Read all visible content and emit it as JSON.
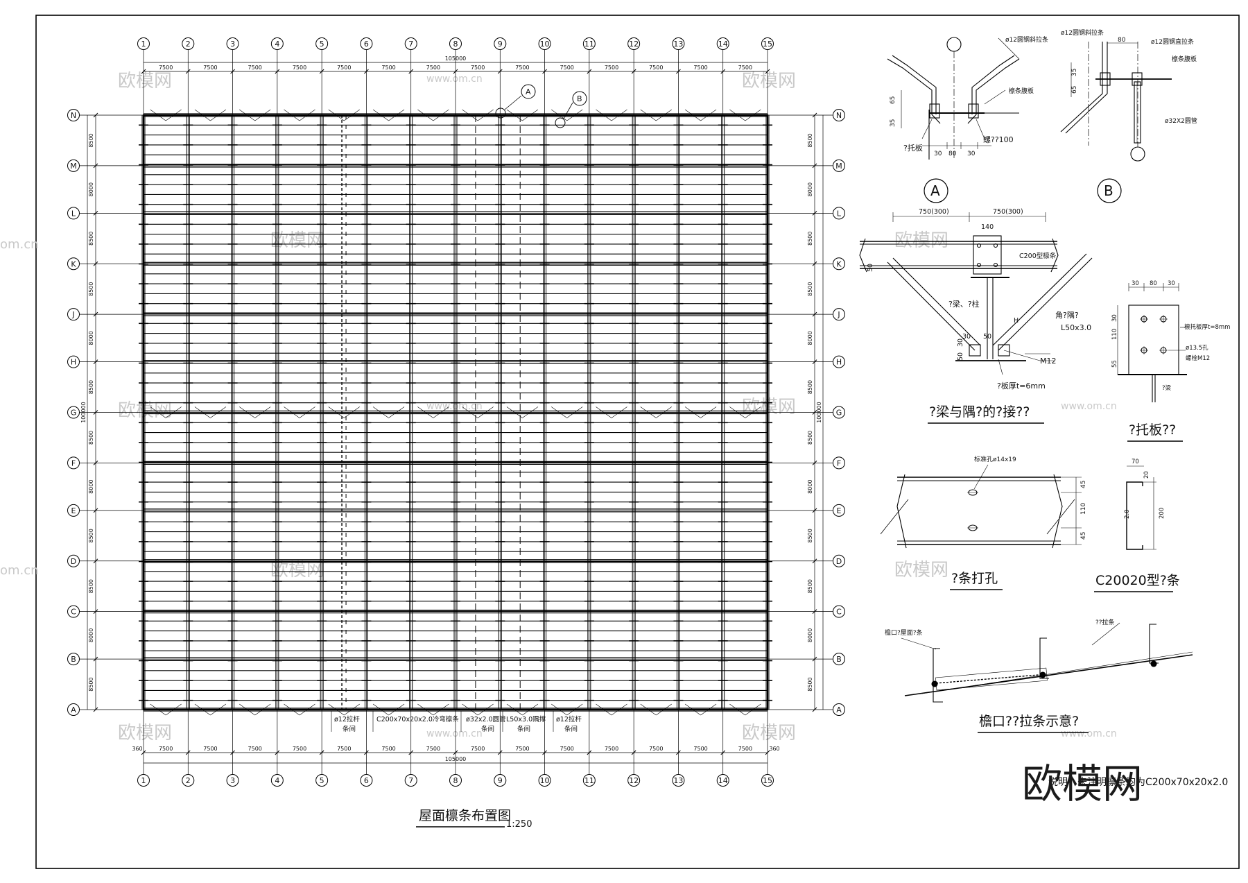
{
  "plan": {
    "title": "屋面檩条布置图",
    "scale": "1:250",
    "col_axes": [
      "1",
      "2",
      "3",
      "4",
      "5",
      "6",
      "7",
      "8",
      "9",
      "10",
      "11",
      "12",
      "13",
      "14",
      "15"
    ],
    "row_axes": [
      "N",
      "M",
      "L",
      "K",
      "J",
      "H",
      "G",
      "F",
      "E",
      "D",
      "C",
      "B",
      "A"
    ],
    "col_spacing": [
      "7500",
      "7500",
      "7500",
      "7500",
      "7500",
      "7500",
      "7500",
      "7500",
      "7500",
      "7500",
      "7500",
      "7500",
      "7500",
      "7500"
    ],
    "row_spacing": [
      "8500",
      "8000",
      "8500",
      "8500",
      "8000",
      "8500",
      "8500",
      "8000",
      "8500",
      "8500",
      "8000",
      "8500"
    ],
    "total_width": "105000",
    "total_height": "100000",
    "edge_offset": "360",
    "callout_a": "A",
    "callout_b": "B",
    "labels": [
      {
        "line1": "ø12拉杆",
        "line2": "条间"
      },
      {
        "line1": "C200x70x20x2.0冷弯檩条",
        "line2": ""
      },
      {
        "line1": "ø32x2.0圆管",
        "line2": "条间"
      },
      {
        "line1": "L50x3.0隅撑",
        "line2": "条间"
      },
      {
        "line1": "ø12拉杆",
        "line2": "条间"
      }
    ]
  },
  "detail_a": {
    "mark": "A",
    "label_rod": "ø12圆钢斜拉条",
    "label_purlin": "檩条腹板",
    "label_plate": "?托板",
    "label_bolt": "螺??100",
    "dim_30a": "30",
    "dim_80": "80",
    "dim_30b": "30",
    "dim_65": "65",
    "dim_35": "35"
  },
  "detail_b": {
    "mark": "B",
    "label_rod1": "ø12圆钢斜拉条",
    "label_rod2": "ø12圆钢直拉条",
    "label_purlin": "檩条腹板",
    "label_tube": "ø32X2圆管",
    "dim_80": "80",
    "dim_35": "35",
    "dim_65": "65"
  },
  "detail_brace": {
    "title": "?梁与隅?的?接??",
    "dim_left": "750(300)",
    "dim_right": "750(300)",
    "dim_140": "140",
    "label_purlin": "C200型檩条",
    "label_beam": "?梁、?柱",
    "label_angle": "角?隅?",
    "label_angle_size": "L50x3.0",
    "label_bolt": "M12",
    "label_plate": "?板厚t=6mm",
    "dim_30": "30",
    "dim_50": "50",
    "dim_h": "H",
    "dim_50b": "50",
    "dim_30b": "30"
  },
  "detail_plate": {
    "title": "?托板??",
    "dim_30a": "30",
    "dim_80": "80",
    "dim_30b": "30",
    "dim_30c": "30",
    "dim_110": "110",
    "dim_55": "55",
    "label_thick": "檩托板厚t=8mm",
    "label_hole": "ø13.5孔",
    "label_bolt": "螺栓M12",
    "label_beam": "?梁"
  },
  "detail_hole": {
    "title": "?条打孔",
    "label_hole": "标准孔ø14x19",
    "dim_45a": "45",
    "dim_110": "110",
    "dim_45b": "45"
  },
  "detail_section": {
    "title": "C20020型?条",
    "dim_70": "70",
    "dim_20": "20",
    "dim_200": "200",
    "dim_t": "2.0"
  },
  "detail_eave": {
    "title": "檐口??拉条示意?",
    "label_eave": "檐口?屋面?条",
    "label_rod": "??拉条"
  },
  "note": "说明：未注明檩条均为C200x70x20x2.0",
  "watermark": {
    "cn": "欧模网",
    "url": "www.om.cn",
    "edge_url": "om.cn",
    "big": "欧模网"
  }
}
